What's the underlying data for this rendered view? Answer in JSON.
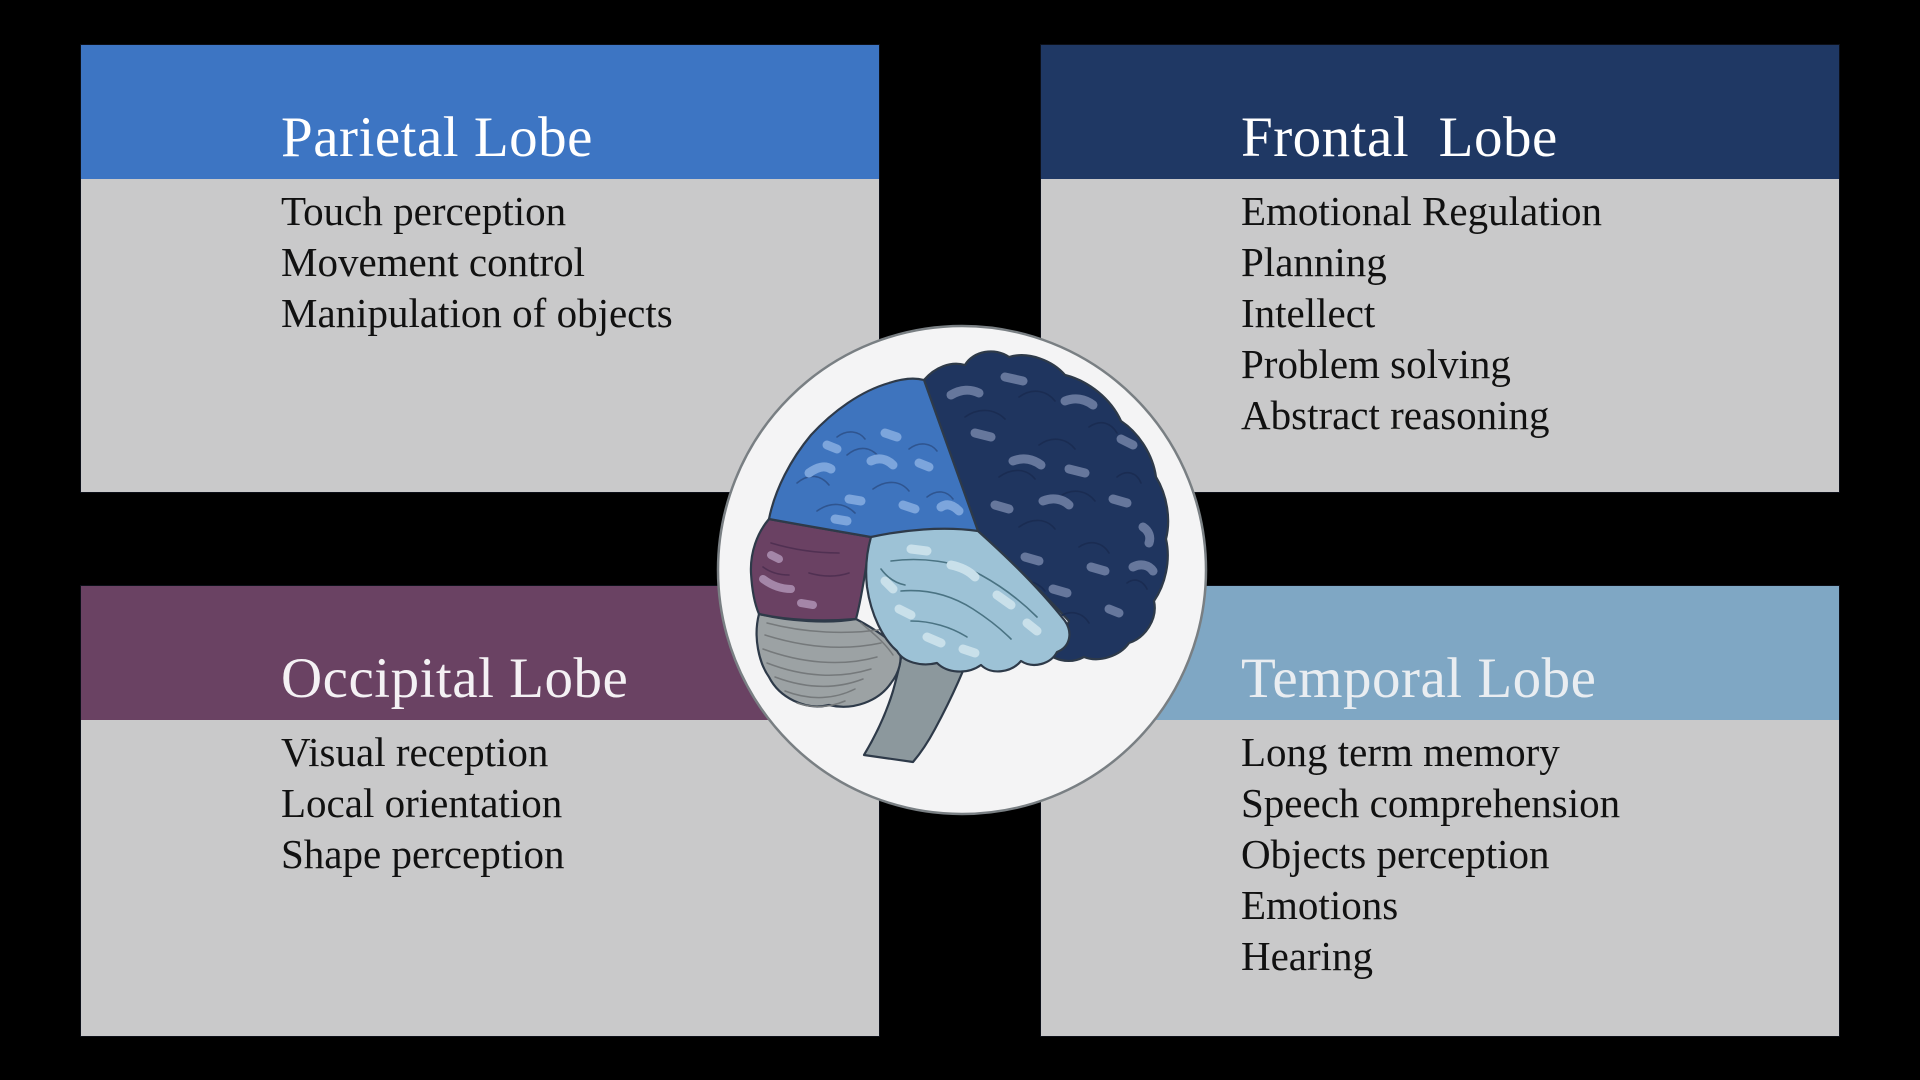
{
  "background_color": "#000000",
  "panels": [
    {
      "id": "parietal",
      "title": "Parietal Lobe",
      "header_color": "#3D75C3",
      "title_color": "#FFFFFF",
      "body_color": "#C9C9CA",
      "text_color": "#111111",
      "items": [
        "Touch perception",
        "Movement control",
        "Manipulation of objects"
      ]
    },
    {
      "id": "frontal",
      "title": "Frontal  Lobe",
      "header_color": "#1F3864",
      "title_color": "#FFFFFF",
      "body_color": "#C9C9CA",
      "text_color": "#111111",
      "items": [
        "Emotional Regulation",
        "Planning",
        "Intellect",
        "Problem solving",
        "Abstract reasoning"
      ]
    },
    {
      "id": "occipital",
      "title": "Occipital Lobe",
      "header_color": "#6A4263",
      "title_color": "#F4F1F4",
      "body_color": "#C9C9CA",
      "text_color": "#111111",
      "items": [
        "Visual reception",
        "Local orientation",
        "Shape perception"
      ]
    },
    {
      "id": "temporal",
      "title": "Temporal Lobe",
      "header_color": "#7FA7C4",
      "title_color": "#E9EDF1",
      "body_color": "#C9C9CA",
      "text_color": "#111111",
      "items": [
        "Long term memory",
        "Speech comprehension",
        "Objects perception",
        "Emotions",
        "Hearing"
      ]
    }
  ],
  "center_illustration": {
    "name": "brain-lateral-view",
    "circle_fill": "#F4F4F5",
    "circle_border": "#797F83",
    "outline_color": "#2E3A49",
    "regions": {
      "parietal": {
        "fill": "#3E74BE",
        "highlight": "#7CA5DC",
        "line": "#2F5590"
      },
      "frontal": {
        "fill": "#1F355F",
        "highlight": "#66779C",
        "line": "#1A2C52"
      },
      "temporal": {
        "fill": "#9DC2D6",
        "highlight": "#C9E0EA",
        "line": "#4A7383"
      },
      "occipital": {
        "fill": "#6A4163",
        "highlight": "#A486A8",
        "line": "#503052"
      },
      "cerebellum": {
        "fill": "#9CA2A4",
        "highlight": "#B9BEC0",
        "line": "#75797B"
      },
      "brainstem": {
        "fill": "#8C989D",
        "highlight": "#A7B1B5",
        "line": "#6E7A80"
      }
    }
  }
}
